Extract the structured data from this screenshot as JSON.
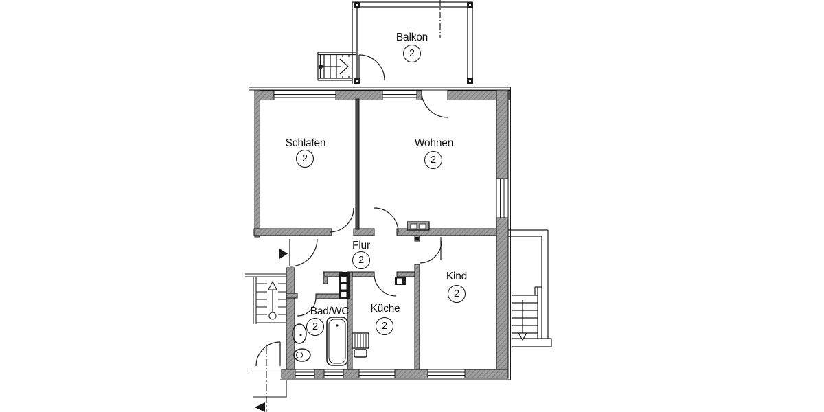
{
  "floorplan": {
    "rooms": [
      {
        "name": "Balkon",
        "number": "2"
      },
      {
        "name": "Schlafen",
        "number": "2"
      },
      {
        "name": "Wohnen",
        "number": "2"
      },
      {
        "name": "Flur",
        "number": "2"
      },
      {
        "name": "Kind",
        "number": "2"
      },
      {
        "name": "Bad/WC",
        "number": "2"
      },
      {
        "name": "Küche",
        "number": "2"
      }
    ],
    "colors": {
      "background": "#ffffff",
      "wall_fill": "#9e9e9e",
      "wall_hatch": "#6f6f6f",
      "line": "#1a1a1a"
    }
  }
}
